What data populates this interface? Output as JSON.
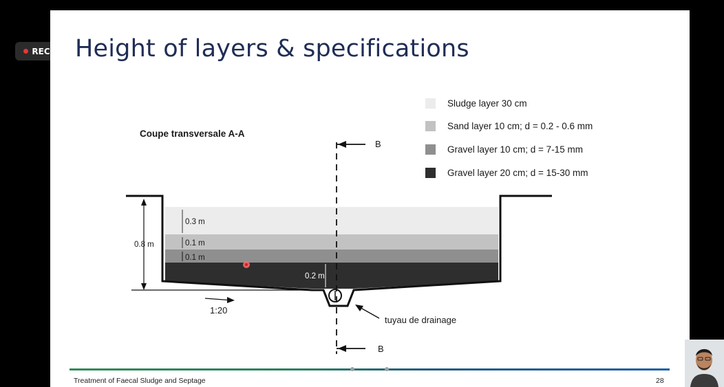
{
  "recording": {
    "label": "REC"
  },
  "slide": {
    "title": "Height of layers & specifications",
    "footer_title": "Treatment of Faecal Sludge and Septage",
    "page_number": "28"
  },
  "diagram": {
    "section_title": "Coupe transversale A-A",
    "legend": [
      {
        "label": "Sludge layer 30 cm",
        "color": "#ececec"
      },
      {
        "label": "Sand layer 10 cm; d = 0.2 - 0.6 mm",
        "color": "#c2c2c2"
      },
      {
        "label": "Gravel layer 10 cm; d = 7-15 mm",
        "color": "#8f8f8f"
      },
      {
        "label": "Gravel layer 20 cm; d = 15-30 mm",
        "color": "#2e2e2e"
      }
    ],
    "dimensions": {
      "total": "0.8 m",
      "sludge": "0.3 m",
      "sand": "0.1 m",
      "gravel_fine": "0.1 m",
      "gravel_coarse": "0.2 m",
      "slope": "1:20"
    },
    "section_marker_top": "B",
    "section_marker_bottom": "B",
    "drain_label": "tuyau de drainage"
  },
  "webcam": {
    "icon": "presenter-avatar-icon"
  }
}
